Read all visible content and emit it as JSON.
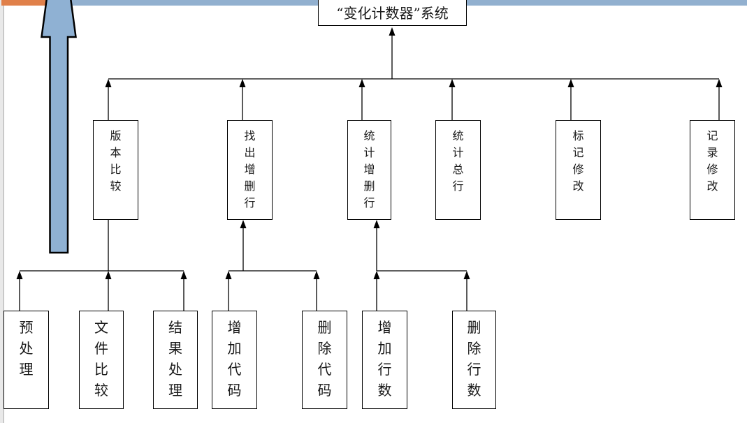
{
  "diagram": {
    "root": {
      "label": "“变化计数器”系统"
    },
    "level2": [
      {
        "label": "版本比较"
      },
      {
        "label": "找出增删行"
      },
      {
        "label": "统计增删行"
      },
      {
        "label": "统计总行"
      },
      {
        "label": "标记修改"
      },
      {
        "label": "记录修改"
      }
    ],
    "level3": [
      {
        "label": "预处理",
        "parent": "版本比较"
      },
      {
        "label": "文件比较",
        "parent": "版本比较"
      },
      {
        "label": "结果处理",
        "parent": "版本比较"
      },
      {
        "label": "增加代码",
        "parent": "找出增删行"
      },
      {
        "label": "删除代码",
        "parent": "找出增删行"
      },
      {
        "label": "增加行数",
        "parent": "统计增删行"
      },
      {
        "label": "删除行数",
        "parent": "统计增删行"
      }
    ]
  },
  "colors": {
    "orange_bar": "#e0804a",
    "blue_bar": "#92b0cf",
    "big_arrow_fill": "#8fb1d3",
    "line_color": "#000000"
  }
}
